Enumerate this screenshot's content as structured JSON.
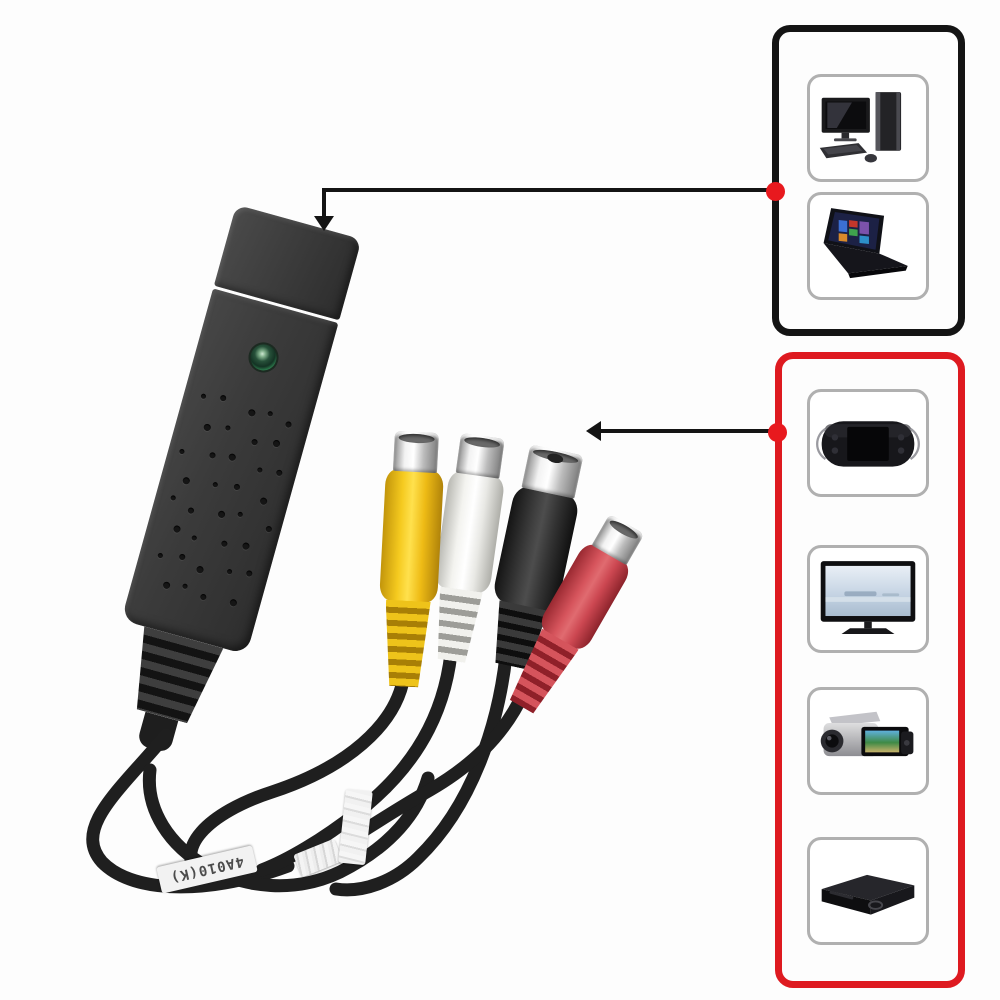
{
  "scene": {
    "type": "product-photo",
    "subject": "USB 2.0 audio/video capture adapter with AV breakout connectors and compatible-device panels",
    "background_color": "#fdfdfd",
    "cable_label": "4A010(K)"
  },
  "device": {
    "name": "usb-capture-dongle",
    "body_color": "#3b3b3b",
    "cap_color": "#3a3a3a",
    "led_color": "#2c7a4c"
  },
  "connectors": [
    {
      "id": "yellow",
      "name": "composite-video-jack",
      "color": "#f0c51d"
    },
    {
      "id": "white",
      "name": "audio-left-jack",
      "color": "#f2f2ee"
    },
    {
      "id": "black",
      "name": "s-video-jack",
      "color": "#343434"
    },
    {
      "id": "red",
      "name": "audio-right-jack",
      "color": "#d6545c"
    }
  ],
  "panels": {
    "computers": {
      "name": "computer-devices-panel",
      "border_color": "#141414",
      "items": [
        {
          "icon": "desktop-computer-icon"
        },
        {
          "icon": "laptop-icon"
        }
      ]
    },
    "sources": {
      "name": "video-source-devices-panel",
      "border_color": "#de1a20",
      "items": [
        {
          "icon": "handheld-console-icon"
        },
        {
          "icon": "tv-icon"
        },
        {
          "icon": "camcorder-icon"
        },
        {
          "icon": "dvd-player-icon"
        }
      ]
    }
  },
  "arrows": {
    "line_color": "#141414",
    "dot_color": "#e8191e"
  }
}
